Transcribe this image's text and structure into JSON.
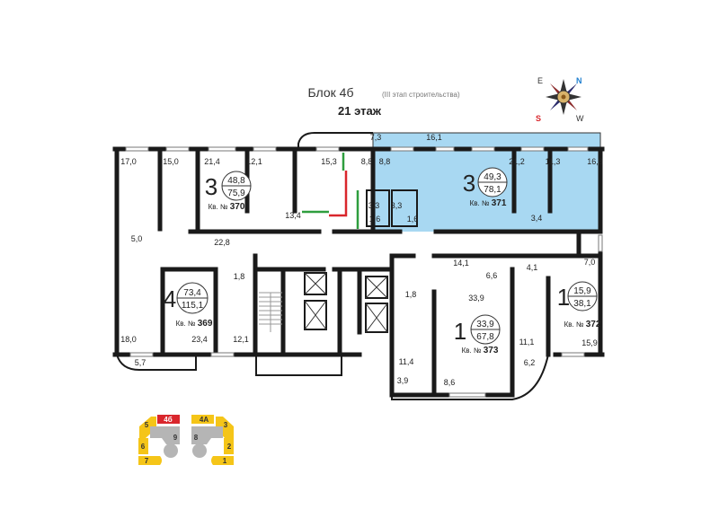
{
  "header": {
    "block": "Блок 4б",
    "stage": "(III этап строительства)",
    "floor": "21 этаж"
  },
  "compass": {
    "e": "E",
    "n": "N",
    "s": "S",
    "w": "W"
  },
  "colors": {
    "highlight": "#a8d8f2",
    "selected_block": "#d9262c",
    "block": "#f5c518",
    "core": "#b5b5b5",
    "green_line": "#2e9e3e",
    "red_line": "#d9262c"
  },
  "apartments": [
    {
      "rooms": "3",
      "living": "48,8",
      "total": "75,9",
      "label": "Кв. №",
      "number": "370"
    },
    {
      "rooms": "3",
      "living": "49,3",
      "total": "78,1",
      "label": "Кв. №",
      "number": "371"
    },
    {
      "rooms": "4",
      "living": "73,4",
      "total": "115,1",
      "label": "Кв. №",
      "number": "369"
    },
    {
      "rooms": "1",
      "living": "33,9",
      "total": "67,8",
      "label": "Кв. №",
      "number": "373"
    },
    {
      "rooms": "1",
      "living": "15,9",
      "total": "38,1",
      "label": "Кв. №",
      "number": "372"
    }
  ],
  "areas": [
    "17,0",
    "15,0",
    "21,4",
    "12,1",
    "15,3",
    "8,8",
    "8,8",
    "21,2",
    "11,3",
    "16,8",
    "7,3",
    "16,1",
    "13,4",
    "3,3",
    "3,3",
    "1,6",
    "1,6",
    "3,4",
    "22,8",
    "5,0",
    "1,8",
    "14,1",
    "6,6",
    "4,1",
    "7,0",
    "33,9",
    "1,8",
    "18,0",
    "23,4",
    "12,1",
    "11,1",
    "15,9",
    "5,7",
    "11,4",
    "6,2",
    "3,9",
    "8,6"
  ],
  "key_plan": {
    "blocks": [
      "5",
      "4б",
      "6",
      "7",
      "9",
      "8",
      "4А",
      "3",
      "2",
      "1"
    ]
  }
}
